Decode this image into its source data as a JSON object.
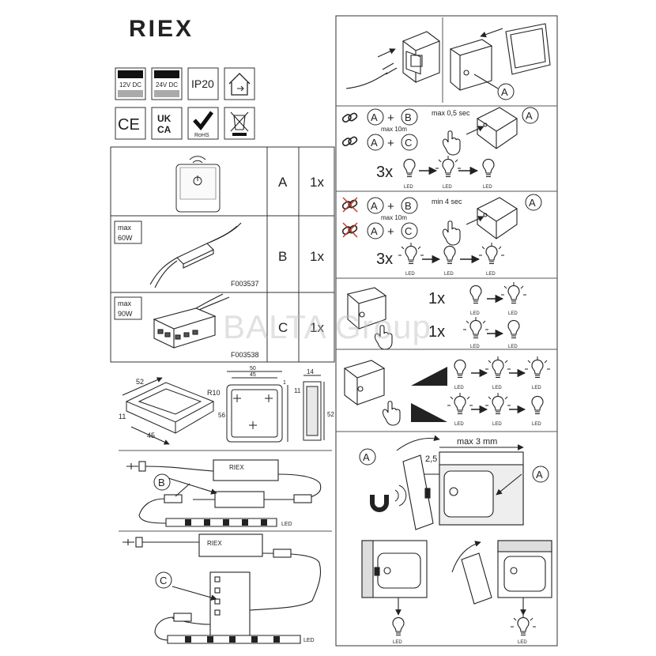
{
  "brand": "RIEX",
  "watermark": "BALTA Group",
  "badges": {
    "v12": "12V DC",
    "v24": "24V DC",
    "ip": "IP20",
    "rohs": "RoHS"
  },
  "parts_table": [
    {
      "letter": "A",
      "qty": "1x",
      "power": "",
      "code": ""
    },
    {
      "letter": "B",
      "qty": "1x",
      "power": "max\n60W",
      "code": "F003537"
    },
    {
      "letter": "C",
      "qty": "1x",
      "power": "max\n90W",
      "code": "F003538"
    }
  ],
  "dimensions": {
    "d52": "52",
    "r10": "R10",
    "d11": "11",
    "d45": "45",
    "d50": "50",
    "d45b": "45",
    "d1": "1",
    "d56": "56",
    "d14": "14",
    "d11b": "11",
    "d52b": "52"
  },
  "wiring": {
    "label_b": "B",
    "label_c": "C",
    "led_1": "LED",
    "led_2": "LED",
    "brand_small_1": "RIEX",
    "brand_small_2": "RIEX"
  },
  "pairing": {
    "a": "A",
    "b": "B",
    "c": "C",
    "plus": "+",
    "max10m": "max 10m",
    "hold_short": "max 0,5 sec",
    "hold_long": "min 4 sec",
    "times3": "3x",
    "led": "LED"
  },
  "modes": {
    "times1": "1x",
    "led": "LED"
  },
  "mounting": {
    "max_gap": "max 3 mm",
    "gap": "2,5",
    "a": "A"
  }
}
